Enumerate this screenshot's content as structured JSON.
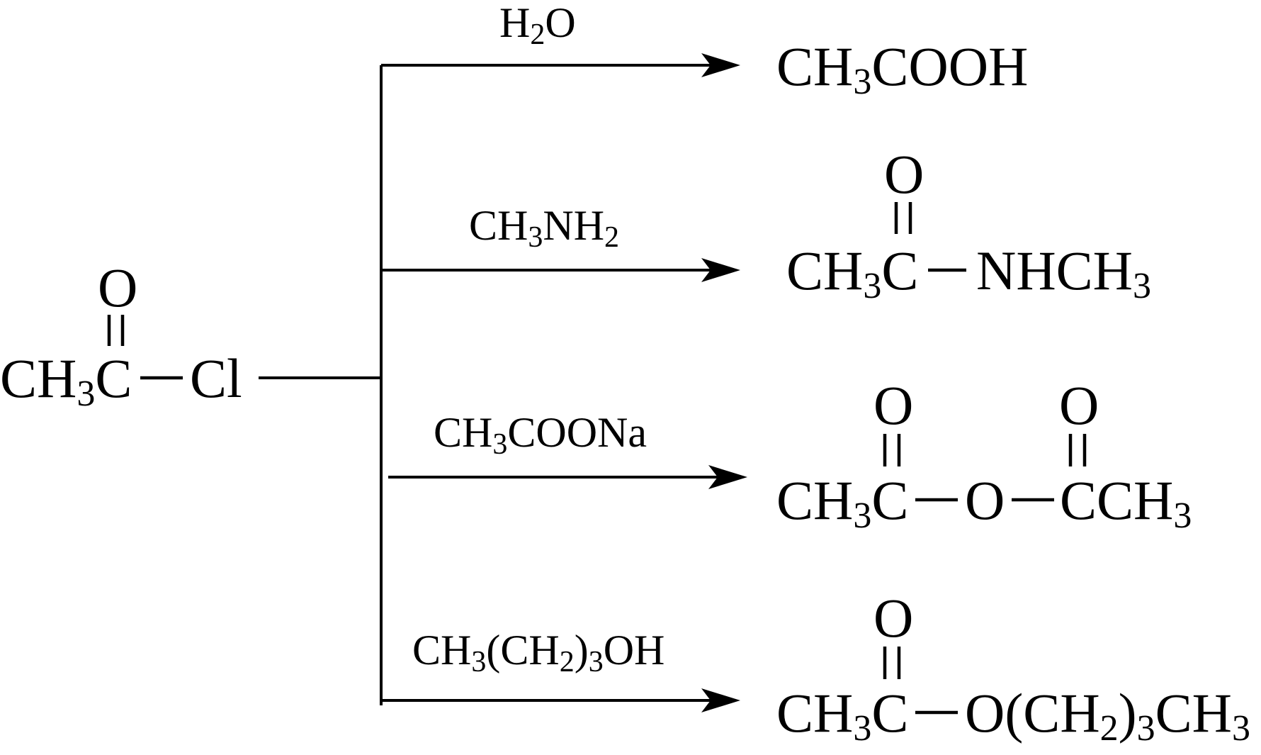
{
  "reactant": {
    "carbonyl_o": "O",
    "ch": "CH",
    "sub3": "3",
    "c": "C",
    "cl": "Cl"
  },
  "reactions": [
    {
      "reagent": {
        "a": "H",
        "a_sub": "2",
        "b": "O"
      },
      "product": {
        "p1": "CH",
        "p1_sub": "3",
        "p2": "COOH"
      }
    },
    {
      "reagent": {
        "a": "CH",
        "a_sub": "3",
        "b": "NH",
        "b_sub": "2"
      },
      "product": {
        "o1": "O",
        "p1": "CH",
        "p1_sub": "3",
        "p2": "C",
        "p3": "NHCH",
        "p3_sub": "3"
      }
    },
    {
      "reagent": {
        "a": "CH",
        "a_sub": "3",
        "b": "COONa"
      },
      "product": {
        "o1": "O",
        "o2": "O",
        "p1": "CH",
        "p1_sub": "3",
        "p2": "C",
        "p3": "O",
        "p4": "CCH",
        "p4_sub": "3"
      }
    },
    {
      "reagent": {
        "a": "CH",
        "a_sub": "3",
        "b": "(CH",
        "b_sub": "2",
        "c": ")",
        "c_sub": "3",
        "d": "OH"
      },
      "product": {
        "o1": "O",
        "p1": "CH",
        "p1_sub": "3",
        "p2": "C",
        "p3": "O(CH",
        "p3_sub": "2",
        "p4": ")",
        "p4_sub": "3",
        "p5": "CH",
        "p5_sub": "3"
      }
    }
  ]
}
